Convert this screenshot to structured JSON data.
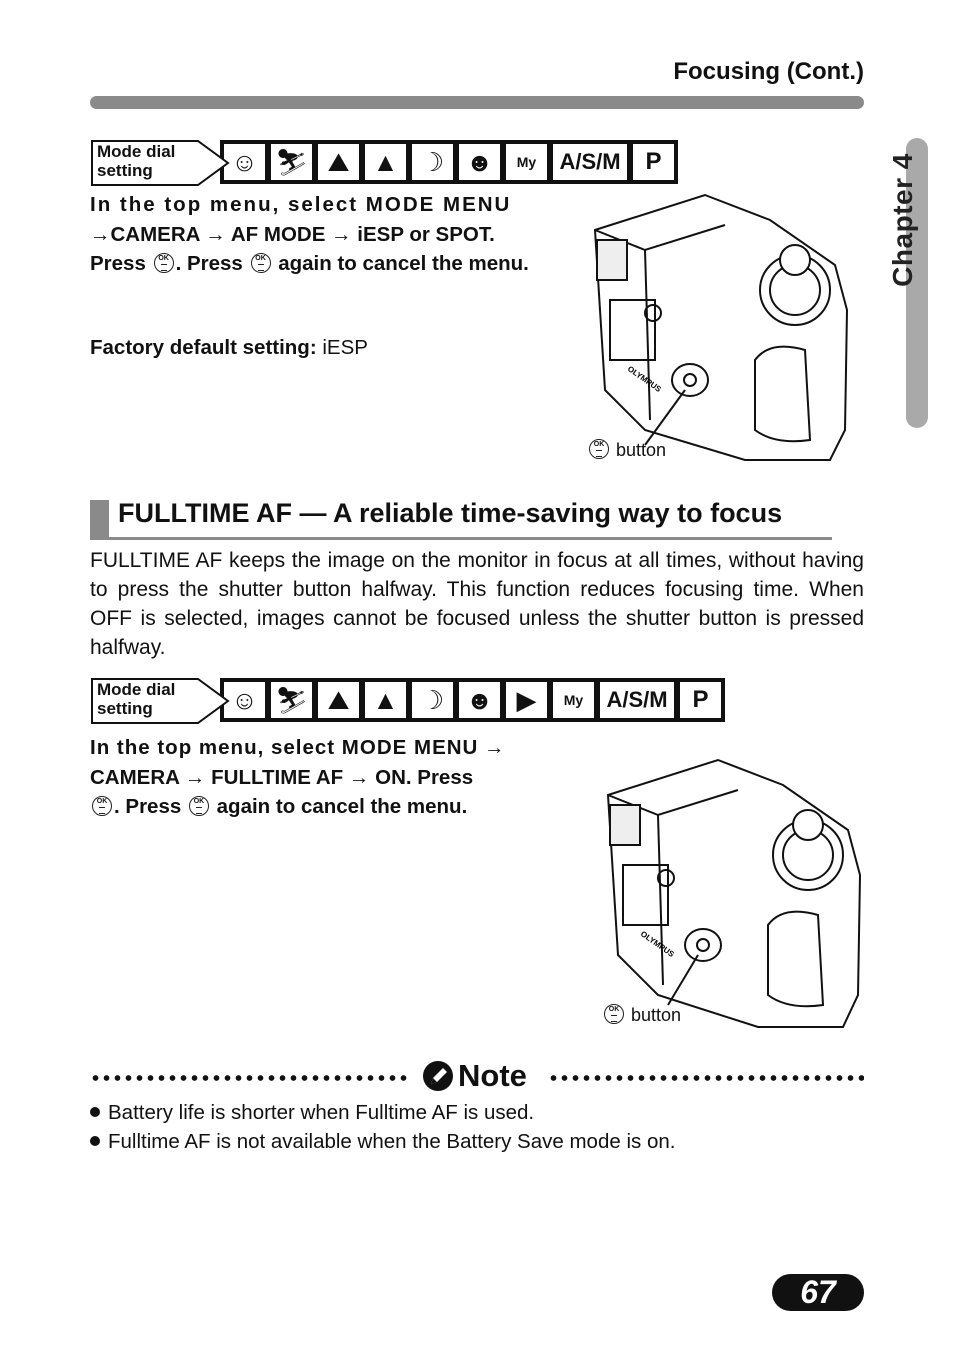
{
  "header": {
    "title": "Focusing (Cont.)"
  },
  "side_tab": {
    "label": "Chapter 4"
  },
  "section1": {
    "mode_label_line1": "Mode dial",
    "mode_label_line2": "setting",
    "mode_icons": [
      "portrait-icon",
      "sports-icon",
      "landscape-portrait-icon",
      "landscape-icon",
      "night-scene-icon",
      "self-portrait-icon",
      "my-mode-icon"
    ],
    "asm_label": "A/S/M",
    "p_label": "P",
    "instr_p1": "In the top menu, select MODE MENU",
    "instr_p2": "CAMERA",
    "instr_p3": "AF MODE",
    "instr_p4": "iESP or SPOT.",
    "instr_p5": "Press",
    "instr_p6": ". Press",
    "instr_p7": "again to cancel the menu.",
    "factory_label": "Factory default setting:",
    "factory_value": "iESP",
    "button_caption": "button"
  },
  "section2": {
    "heading": "FULLTIME AF — A reliable time-saving way to focus",
    "body": "FULLTIME AF keeps the image on the monitor in focus at all times, without having to press the shutter button halfway. This function reduces focusing time. When OFF is selected, images cannot be focused unless the shutter button is pressed halfway.",
    "mode_label_line1": "Mode dial",
    "mode_label_line2": "setting",
    "mode_icons": [
      "portrait-icon",
      "sports-icon",
      "landscape-portrait-icon",
      "landscape-icon",
      "night-scene-icon",
      "self-portrait-icon",
      "movie-icon",
      "my-mode-icon"
    ],
    "asm_label": "A/S/M",
    "p_label": "P",
    "instr_p1": "In the top menu, select MODE MENU",
    "instr_p2": "CAMERA",
    "instr_p3": "FULLTIME AF",
    "instr_p4": "ON. Press",
    "instr_p5": ". Press",
    "instr_p6": "again to cancel the menu.",
    "button_caption": "button"
  },
  "note": {
    "title": "Note",
    "items": [
      "Battery life is shorter when Fulltime AF is used.",
      "Fulltime AF is not available when the Battery Save mode is on."
    ]
  },
  "page_number": "67"
}
